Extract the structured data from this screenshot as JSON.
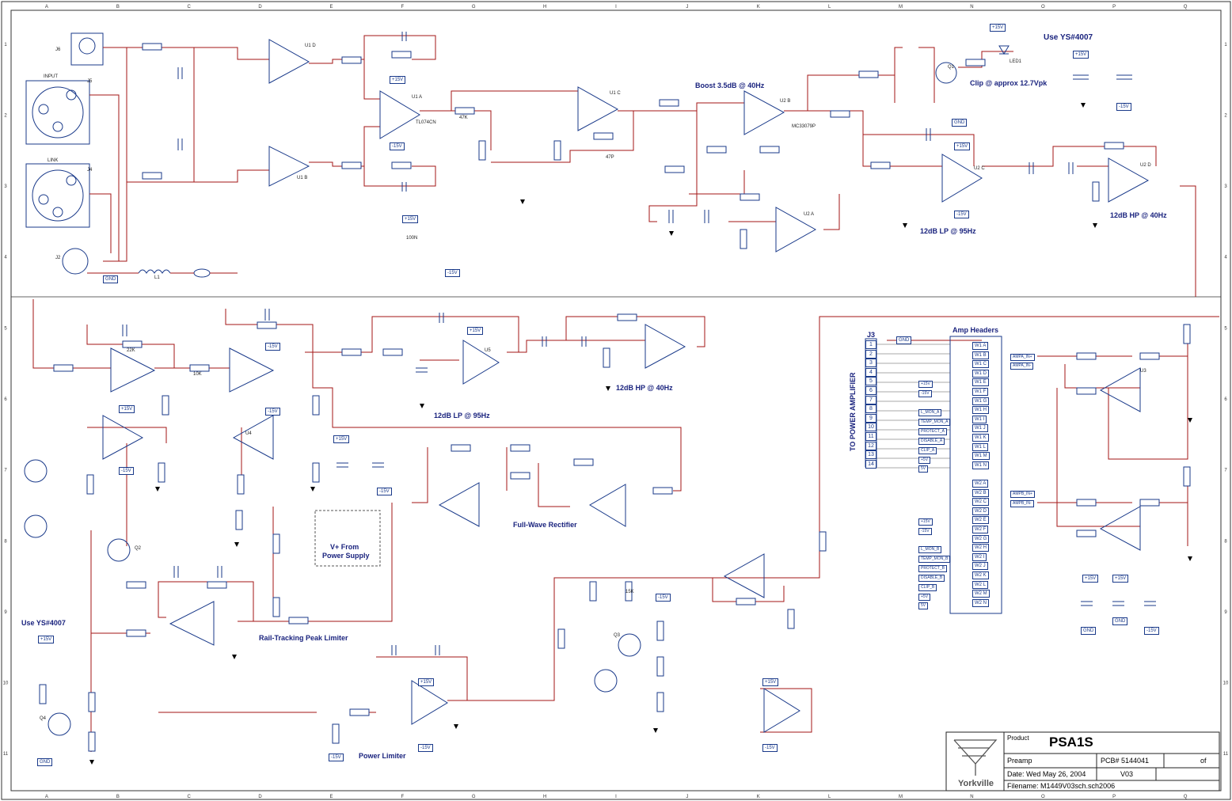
{
  "frame": {
    "col_letters": [
      "A",
      "B",
      "C",
      "D",
      "E",
      "F",
      "G",
      "H",
      "I",
      "J",
      "K",
      "L",
      "M",
      "N",
      "O",
      "P",
      "Q"
    ],
    "row_numbers": [
      "1",
      "2",
      "3",
      "4",
      "5",
      "6",
      "7",
      "8",
      "9",
      "10",
      "11"
    ]
  },
  "annotations": {
    "use_ys_top": "Use YS#4007",
    "clip": "Clip @ approx 12.7Vpk",
    "boost": "Boost 3.5dB @ 40Hz",
    "lp_top": "12dB LP @ 95Hz",
    "hp_top": "12dB HP @ 40Hz",
    "lp_mid": "12dB LP @ 95Hz",
    "hp_mid": "12dB HP @ 40Hz",
    "full_wave": "Full-Wave Rectifier",
    "vplus_1": "V+ From",
    "vplus_2": "Power Supply",
    "rail_tracking": "Rail-Tracking Peak Limiter",
    "power_limiter": "Power Limiter",
    "use_ys_bottom": "Use YS#4007",
    "amp_headers": "Amp Headers",
    "to_power_amp": "TO POWER AMPLIFIER",
    "j3": "J3"
  },
  "components": {
    "input_jack": "INPUT",
    "link_jack": "LINK",
    "j5": "J5",
    "j6": "J6",
    "j4": "J4",
    "j2": "J2",
    "u1d": "U1 D",
    "u1c": "U1 C",
    "u1b": "U1 B",
    "u1a": "U1 A",
    "u2b": "U2 B",
    "u2a": "U2 A",
    "u2d": "U2 D",
    "u2c": "U2 C",
    "u3": "U3",
    "u4": "U4",
    "u5": "U5",
    "tl074": "TL074CN",
    "mc33079": "MC33079P",
    "q1": "Q1",
    "q2": "Q2",
    "q3": "Q3",
    "q4": "Q4",
    "led1": "LED1",
    "r_22k": "22K",
    "r_10k": "10K",
    "r_47k": "47K",
    "r_15k": "15K",
    "c_100n": "100N",
    "c_47p": "47P",
    "v_plus": "+15V",
    "v_minus": "-15V",
    "gnd": "GND",
    "l1": "L1"
  },
  "j3_rows": [
    "1",
    "2",
    "3",
    "4",
    "5",
    "6",
    "7",
    "8",
    "9",
    "10",
    "11",
    "12",
    "13",
    "14"
  ],
  "amp_w1": [
    "W1 A",
    "W1 B",
    "W1 C",
    "W1 D",
    "W1 E",
    "W1 F",
    "W1 G",
    "W1 H",
    "W1 I",
    "W1 J",
    "W1 K",
    "W1 L",
    "W1 M",
    "W1 N"
  ],
  "amp_w2": [
    "W2 A",
    "W2 B",
    "W2 C",
    "W2 D",
    "W2 E",
    "W2 F",
    "W2 G",
    "W2 H",
    "W2 I",
    "W2 J",
    "W2 K",
    "W2 L",
    "W2 M",
    "W2 N"
  ],
  "amp_signals_top": [
    "+15V",
    "-15V",
    "L_MON_A",
    "TEMP_MON_A",
    "PROTECT_A",
    "DISABLE_A",
    "CLIP_A",
    "+5V",
    "5V"
  ],
  "amp_signals_bottom": [
    "+15V",
    "-15V",
    "L_MON_B",
    "TEMP_MON_B",
    "PROTECT_B",
    "DISABLE_B",
    "CLIP_B",
    "+5V",
    "5V"
  ],
  "amp_out": [
    "AMPA_IN+",
    "AMPA_IN-",
    "AMPB_IN+",
    "AMPB_IN-"
  ],
  "title_block": {
    "product_label": "Product",
    "product": "PSA1S",
    "subtitle": "Preamp",
    "pcb": "PCB# 5144041",
    "of": "of",
    "date": "Date: Wed May 26, 2004",
    "rev": "V03",
    "filename": "Filename: M1449V03sch.sch2006",
    "logo": "Yorkville"
  },
  "colors": {
    "wire": "#a31515",
    "text_blue": "#1a237e",
    "part": "#1a3a8a"
  }
}
